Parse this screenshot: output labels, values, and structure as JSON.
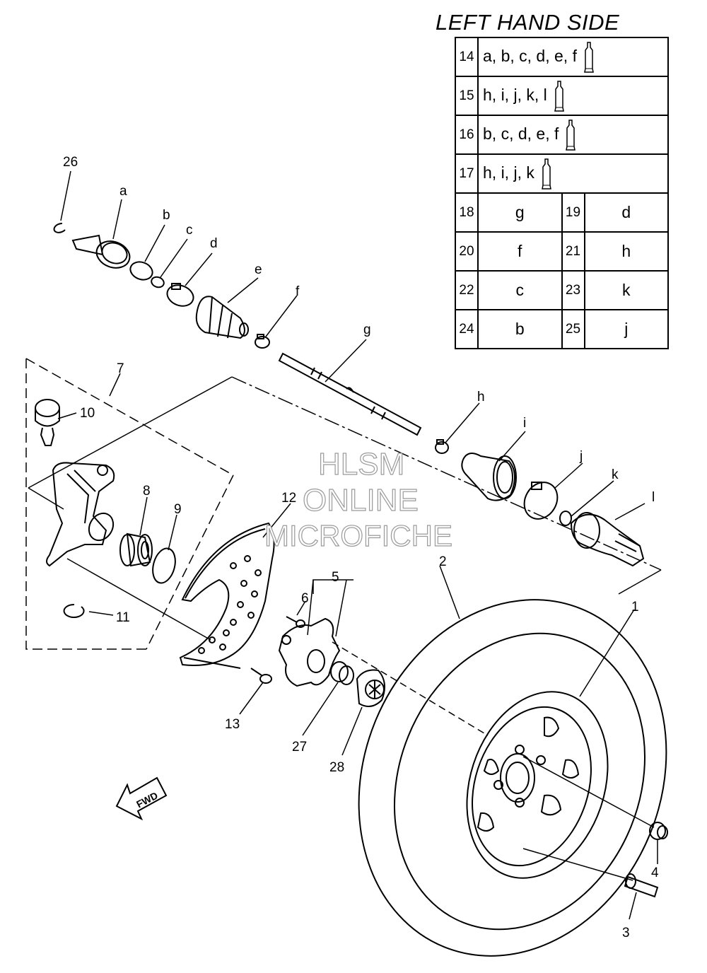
{
  "title": "LEFT HAND SIDE",
  "legend": {
    "kits": [
      {
        "num": "14",
        "parts": "a, b, c, d, e, f",
        "icon": "grease-tube-icon"
      },
      {
        "num": "15",
        "parts": "h, i, j, k, l",
        "icon": "grease-tube-icon"
      },
      {
        "num": "16",
        "parts": "b, c, d, e, f",
        "icon": "grease-tube-icon"
      },
      {
        "num": "17",
        "parts": "h, i, j, k",
        "icon": "grease-tube-icon"
      }
    ],
    "pairs": [
      {
        "num1": "18",
        "letter1": "g",
        "num2": "19",
        "letter2": "d"
      },
      {
        "num1": "20",
        "letter1": "f",
        "num2": "21",
        "letter2": "h"
      },
      {
        "num1": "22",
        "letter1": "c",
        "num2": "23",
        "letter2": "k"
      },
      {
        "num1": "24",
        "letter1": "b",
        "num2": "25",
        "letter2": "j"
      }
    ]
  },
  "watermark": {
    "line1": "HLSM",
    "line2": "ONLINE",
    "line3": "MICROFICHE"
  },
  "fwd_label": "FWD",
  "callouts": {
    "n1": "1",
    "n2": "2",
    "n3": "3",
    "n4": "4",
    "n5": "5",
    "n6": "6",
    "n7": "7",
    "n8": "8",
    "n9": "9",
    "n10": "10",
    "n11": "11",
    "n12": "12",
    "n13": "13",
    "n26": "26",
    "n27": "27",
    "n28": "28",
    "a": "a",
    "b": "b",
    "c": "c",
    "d": "d",
    "e": "e",
    "f": "f",
    "g": "g",
    "h": "h",
    "i": "i",
    "j": "j",
    "k": "k",
    "l": "l"
  }
}
